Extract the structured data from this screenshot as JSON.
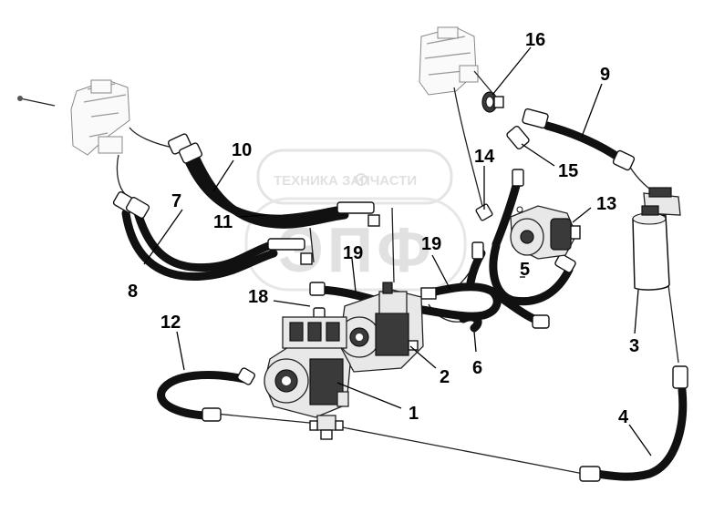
{
  "watermark": {
    "brand_line": "ТЕХНИКА ЗАПЧАСТИ",
    "logo_letters": "ЭПФ",
    "gear_icon": "gear-icon"
  },
  "callouts": [
    {
      "id": "1",
      "text": "1"
    },
    {
      "id": "2",
      "text": "2"
    },
    {
      "id": "3",
      "text": "3"
    },
    {
      "id": "4",
      "text": "4"
    },
    {
      "id": "5",
      "text": "5"
    },
    {
      "id": "6",
      "text": "6"
    },
    {
      "id": "7",
      "text": "7"
    },
    {
      "id": "8",
      "text": "8"
    },
    {
      "id": "9",
      "text": "9"
    },
    {
      "id": "10",
      "text": "10"
    },
    {
      "id": "11",
      "text": "11"
    },
    {
      "id": "12",
      "text": "12"
    },
    {
      "id": "13",
      "text": "13"
    },
    {
      "id": "14",
      "text": "14"
    },
    {
      "id": "15",
      "text": "15"
    },
    {
      "id": "16",
      "text": "16"
    },
    {
      "id": "18",
      "text": "18"
    },
    {
      "id": "19a",
      "text": "19"
    },
    {
      "id": "19b",
      "text": "19"
    }
  ]
}
